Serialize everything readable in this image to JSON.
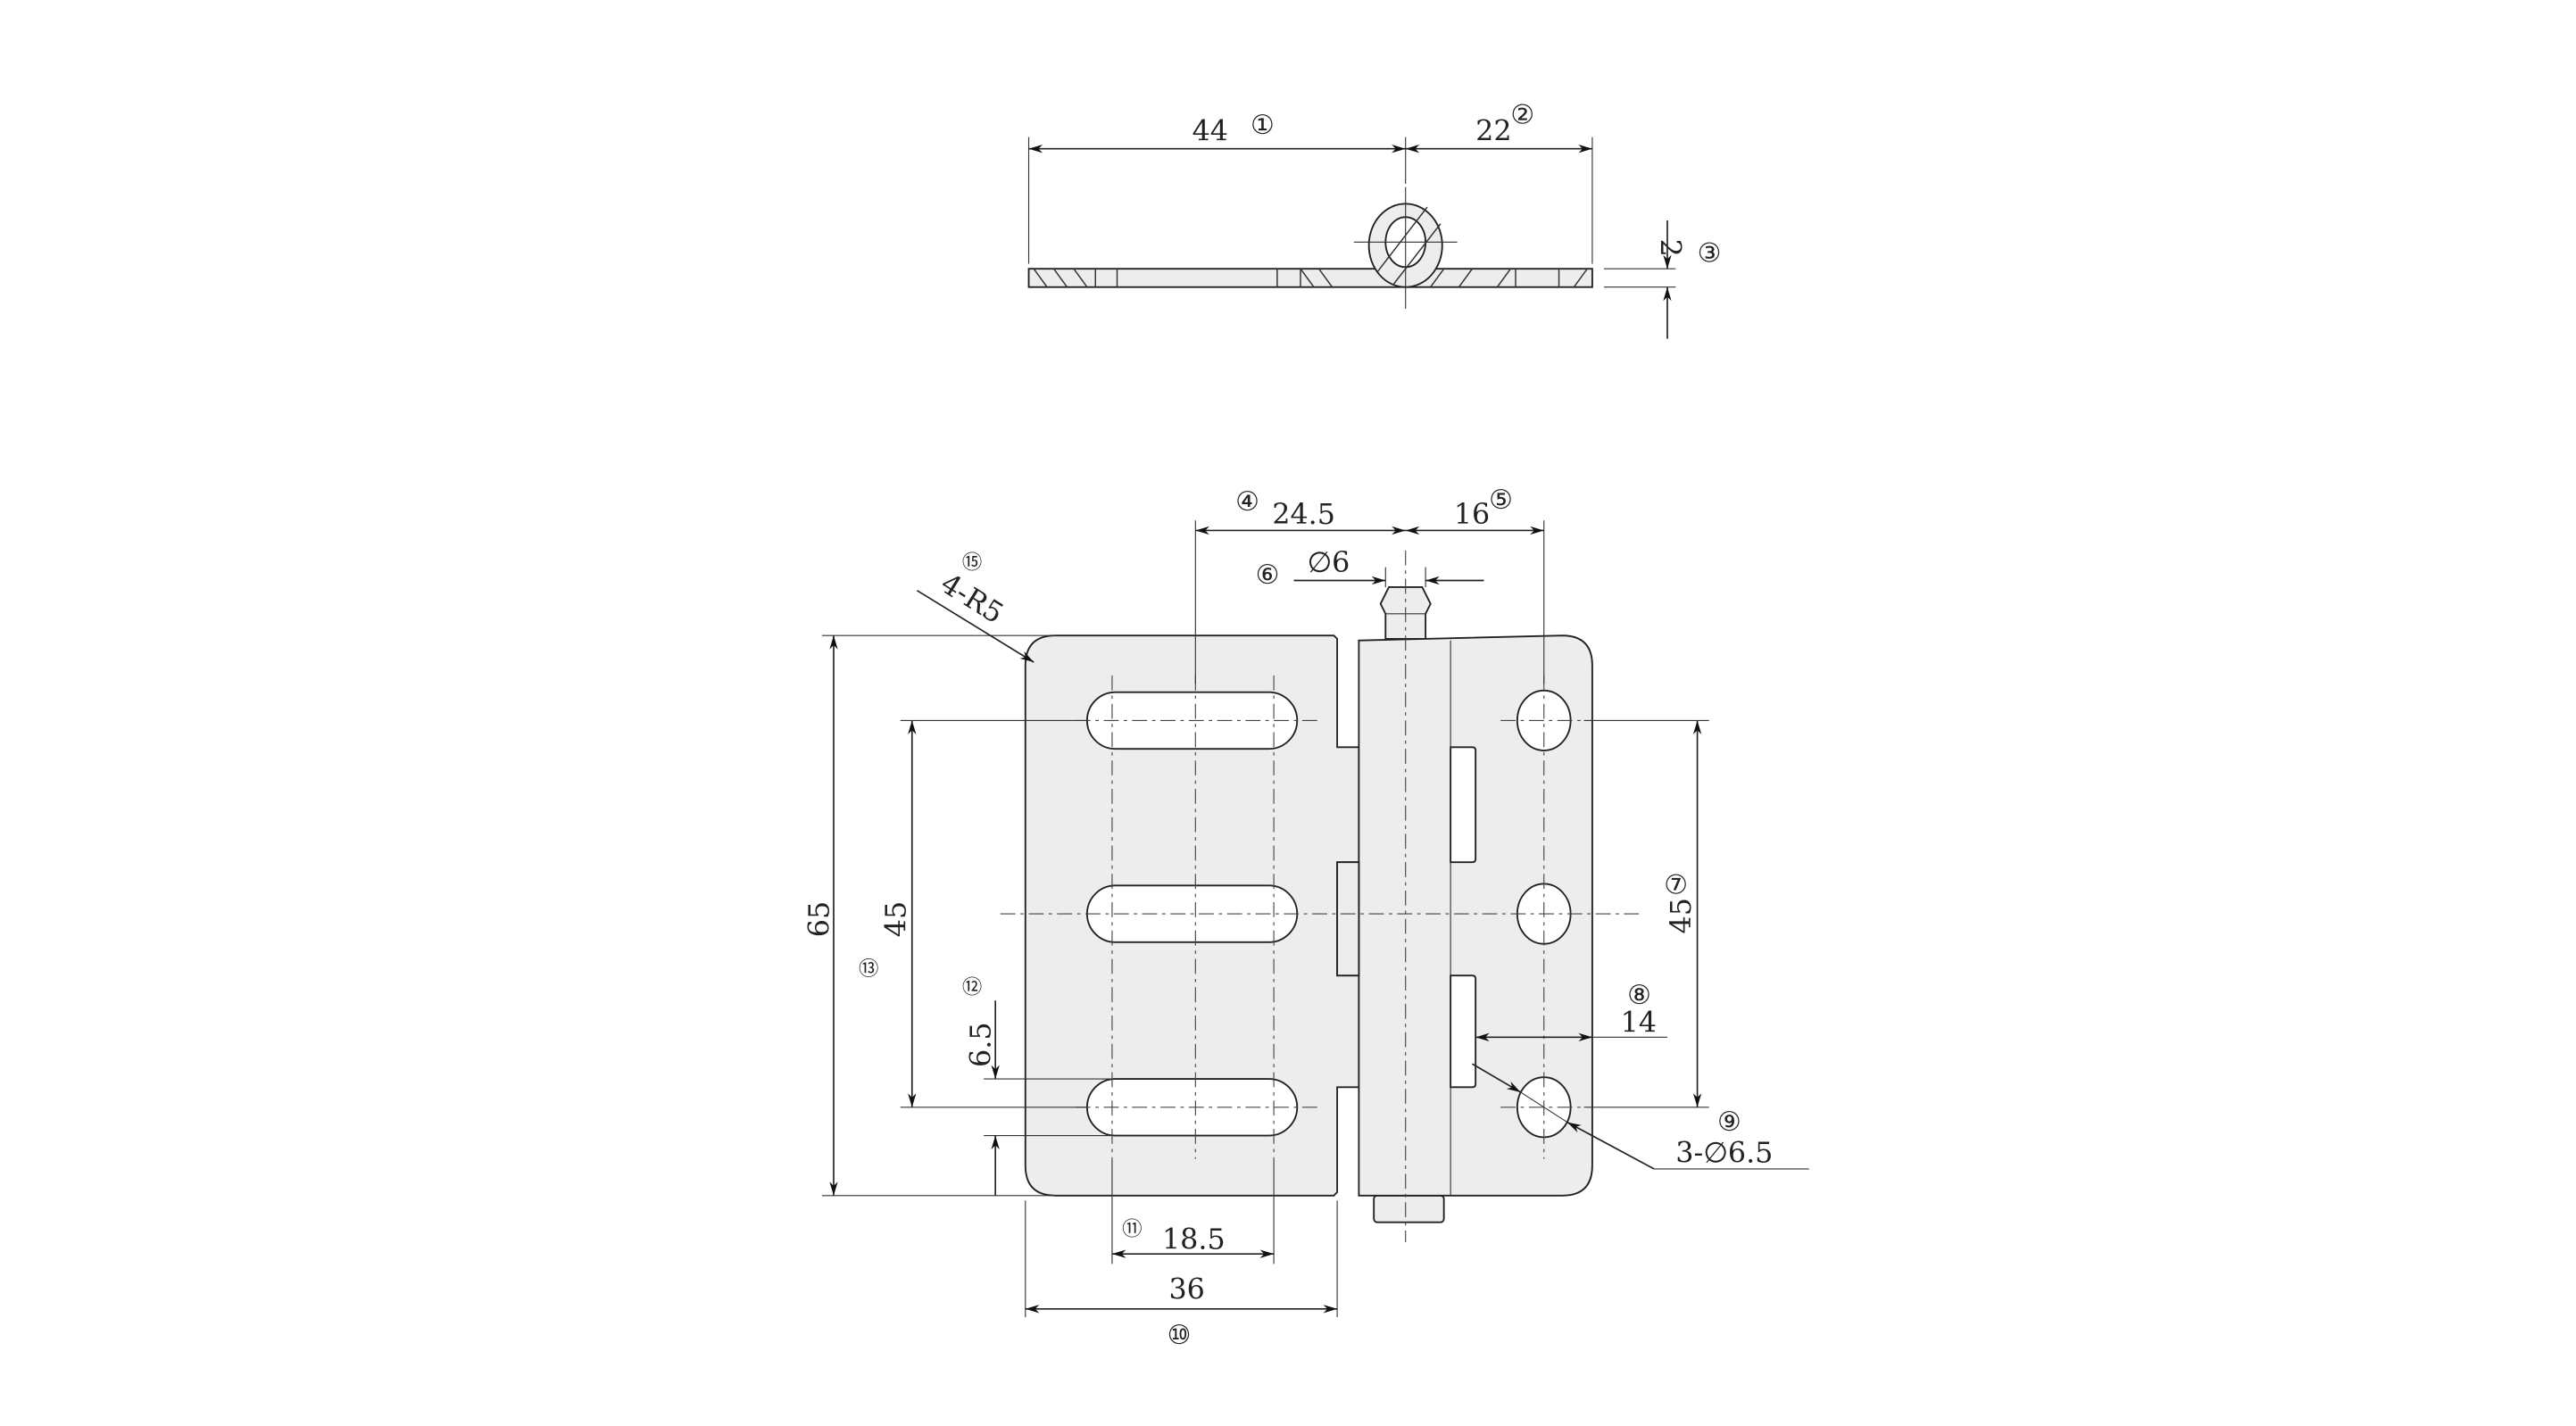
{
  "drawing": {
    "top_view": {
      "dim_left": "44",
      "dim_left_ref": "①",
      "dim_right": "22",
      "dim_right_ref": "②",
      "thickness": "2",
      "thickness_ref": "③"
    },
    "front_view": {
      "slot_to_pin": "24.5",
      "slot_to_pin_ref": "④",
      "pin_to_hole": "16",
      "pin_to_hole_ref": "⑤",
      "pin_dia": "∅6",
      "pin_dia_ref": "⑥",
      "hole_pitch_right": "45",
      "hole_pitch_right_ref": "⑦",
      "knuckle_to_edge": "14",
      "knuckle_to_edge_ref": "⑧",
      "holes": "3-∅6.5",
      "holes_ref": "⑨",
      "leaf_width": "36",
      "leaf_width_ref": "⑩",
      "slot_length": "18.5",
      "slot_length_ref": "⑪",
      "slot_width": "6.5",
      "slot_width_ref": "⑫",
      "height": "65",
      "hole_pitch_left": "45",
      "hole_pitch_left_ref": "⑬",
      "corner_radius": "4-R5",
      "corner_radius_ref": "⑮"
    }
  }
}
